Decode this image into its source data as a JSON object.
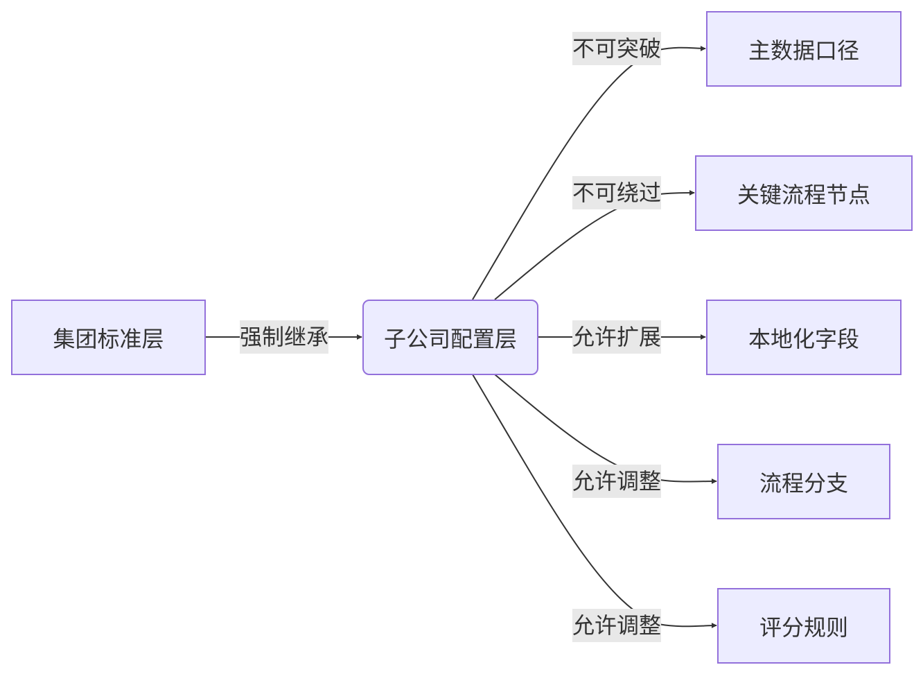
{
  "diagram": {
    "colors": {
      "node_fill": "#ececff",
      "node_border": "#9370db",
      "edge": "#333333",
      "label_bg": "#e8e8e8",
      "text": "#333333"
    },
    "nodes": {
      "group": "集团标准层",
      "subsidiary": "子公司配置层",
      "master_data": "主数据口径",
      "key_process": "关键流程节点",
      "local_fields": "本地化字段",
      "process_branch": "流程分支",
      "scoring_rules": "评分规则"
    },
    "edges": {
      "inherit": "强制继承",
      "no_break": "不可突破",
      "no_bypass": "不可绕过",
      "allow_extend": "允许扩展",
      "allow_adjust_1": "允许调整",
      "allow_adjust_2": "允许调整"
    }
  }
}
